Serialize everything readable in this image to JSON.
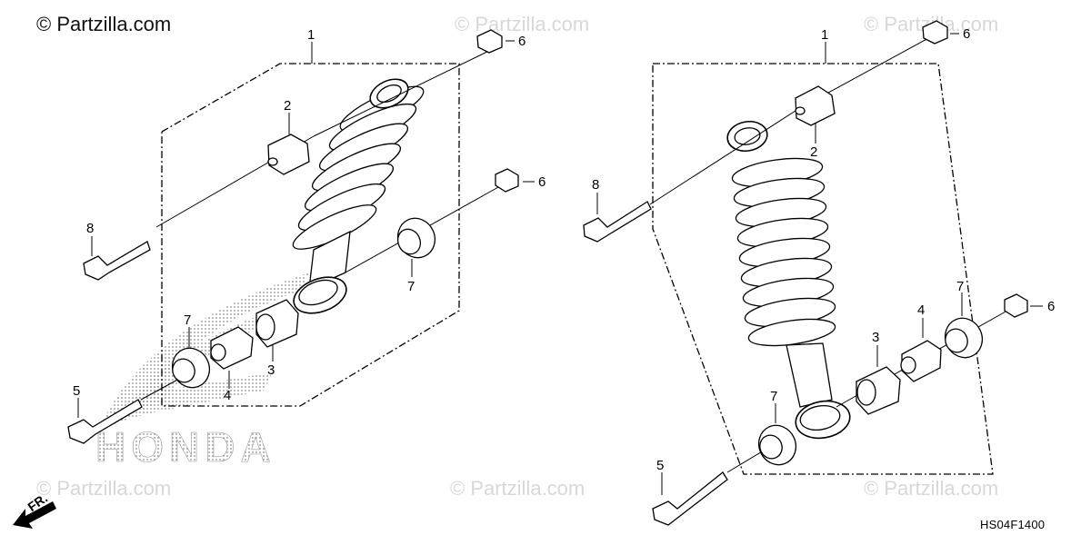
{
  "copyright": "© Partzilla.com",
  "watermarks": [
    "© Partzilla.com",
    "© Partzilla.com",
    "© Partzilla.com",
    "© Partzilla.com",
    "© Partzilla.com"
  ],
  "diagram_code": "HS04F1400",
  "logo_text": "HONDA",
  "front_label": "FR.",
  "callouts": {
    "left": {
      "c1": "1",
      "c2": "2",
      "c3": "3",
      "c4": "4",
      "c5": "5",
      "c6a": "6",
      "c6b": "6",
      "c7a": "7",
      "c7b": "7",
      "c8": "8"
    },
    "right": {
      "c1": "1",
      "c2": "2",
      "c3": "3",
      "c4": "4",
      "c5": "5",
      "c6a": "6",
      "c6b": "6",
      "c7a": "7",
      "c7b": "7",
      "c8": "8"
    }
  },
  "colors": {
    "line": "#000000",
    "watermark": "#d8d8d8",
    "logo_dots": "#9a9a9a"
  }
}
